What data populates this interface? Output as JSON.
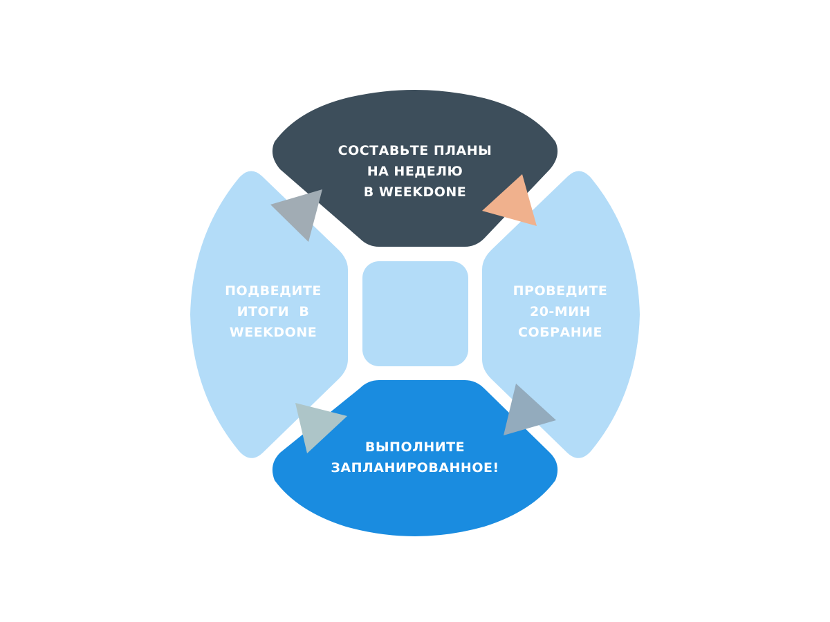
{
  "colors": {
    "top": "#3d4e5b",
    "side": "#b3dcf8",
    "bottom": "#1a8ce0",
    "center": "#b3dcf8",
    "arrow_orange": "#f0b18d",
    "arrow_gray": "#a1acb4",
    "arrow_teal": "#adc5c8",
    "arrow_blue_gray": "#93abbd"
  },
  "segments": {
    "top": {
      "lines": [
        "Составьте планы",
        "на неделю",
        "в Weekdone"
      ]
    },
    "right": {
      "lines": [
        "Проведите",
        "20-мин",
        "собрание"
      ]
    },
    "bottom": {
      "lines": [
        "Выполните",
        "запланированное!"
      ]
    },
    "left": {
      "lines": [
        "Подведите",
        "итоги  в",
        "Weekdone"
      ]
    }
  }
}
